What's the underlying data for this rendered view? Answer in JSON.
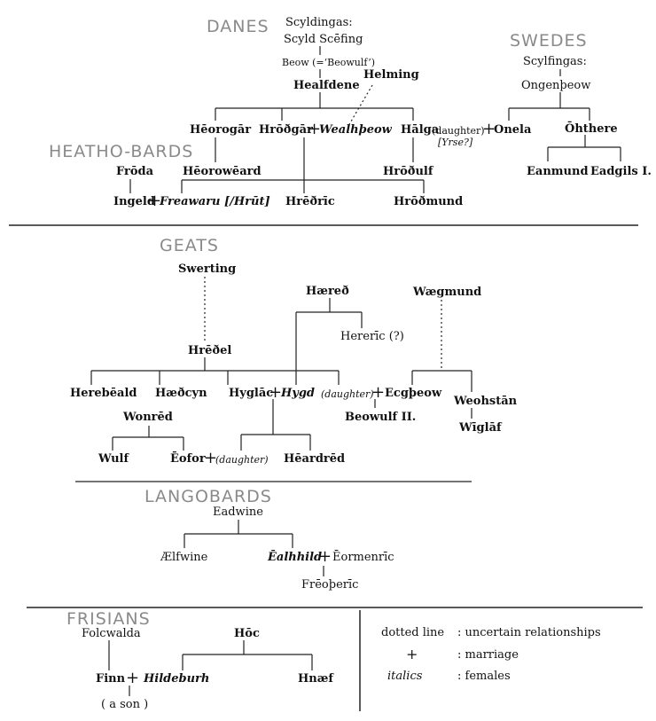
{
  "sections": {
    "danes": "DANES",
    "swedes": "SWEDES",
    "heatho_bards": "HEATHO-BARDS",
    "geats": "GEATS",
    "langobards": "LANGOBARDS",
    "frisians": "FRISIANS"
  },
  "danes": {
    "scyldingas": "Scyldingas:",
    "scyld": "Scyld Scēfing",
    "beow": "Beow (=‘Beowulf’)",
    "healfdene": "Healfdene",
    "helming": "Helming",
    "heorogar": "Hēorogār",
    "hrothgar": "Hrōðgār",
    "wealhtheow": "Wealhþeow",
    "halga": "Hālga",
    "daughter": "(daughter)",
    "yrse": "[Yrse?]",
    "onela": "Onela",
    "heoroweard": "Hēorowēard",
    "hrothulf": "Hrōðulf",
    "hrethric": "Hrēðrīc",
    "hrothmund": "Hrōðmund"
  },
  "heatho_bards": {
    "froda": "Frōda",
    "ingeld": "Ingeld",
    "freawaru": "Freawaru [/Hrūt]"
  },
  "swedes": {
    "scylfingas": "Scylfingas:",
    "ongentheow": "Ongenþeow",
    "ohthere": "Ōhthere",
    "eanmund": "Eanmund",
    "eadgils": "Eadgils I."
  },
  "geats": {
    "swerting": "Swerting",
    "hrethel": "Hrēðel",
    "haered": "Hæreð",
    "hereric": "Hererīc (?)",
    "waegmund": "Wægmund",
    "herebeald": "Herebēald",
    "haethcyn": "Hæðcyn",
    "hygelac": "Hyglāc",
    "hygd": "Hygd",
    "daughter": "(daughter)",
    "ecgtheow": "Ecgþeow",
    "beowulf": "Beowulf II.",
    "weohstan": "Weohstān",
    "wiglaf": "Wīglāf",
    "wonred": "Wonrēd",
    "wulf": "Wulf",
    "eofor": "Ēofor",
    "eofor_daughter": "(daughter)",
    "heardred": "Hēardrēd"
  },
  "langobards": {
    "eadwine": "Eadwine",
    "aelfwine": "Ælfwine",
    "ealhhild": "Ēalhhild",
    "eormenric": "Ēormenrīc",
    "frithuric": "Frēoþerīc"
  },
  "frisians": {
    "folcwalda": "Folcwalda",
    "hoc": "Hōc",
    "finn": "Finn",
    "hildeburh": "Hildeburh",
    "hnaef": "Hnæf",
    "son": "( a son )"
  },
  "legend": {
    "dotted_key": "dotted line",
    "dotted_value": ": uncertain relationships",
    "plus_key": "+",
    "plus_value": ": marriage",
    "italics_key": "italics",
    "italics_value": ": females"
  },
  "plus_sign": "+"
}
